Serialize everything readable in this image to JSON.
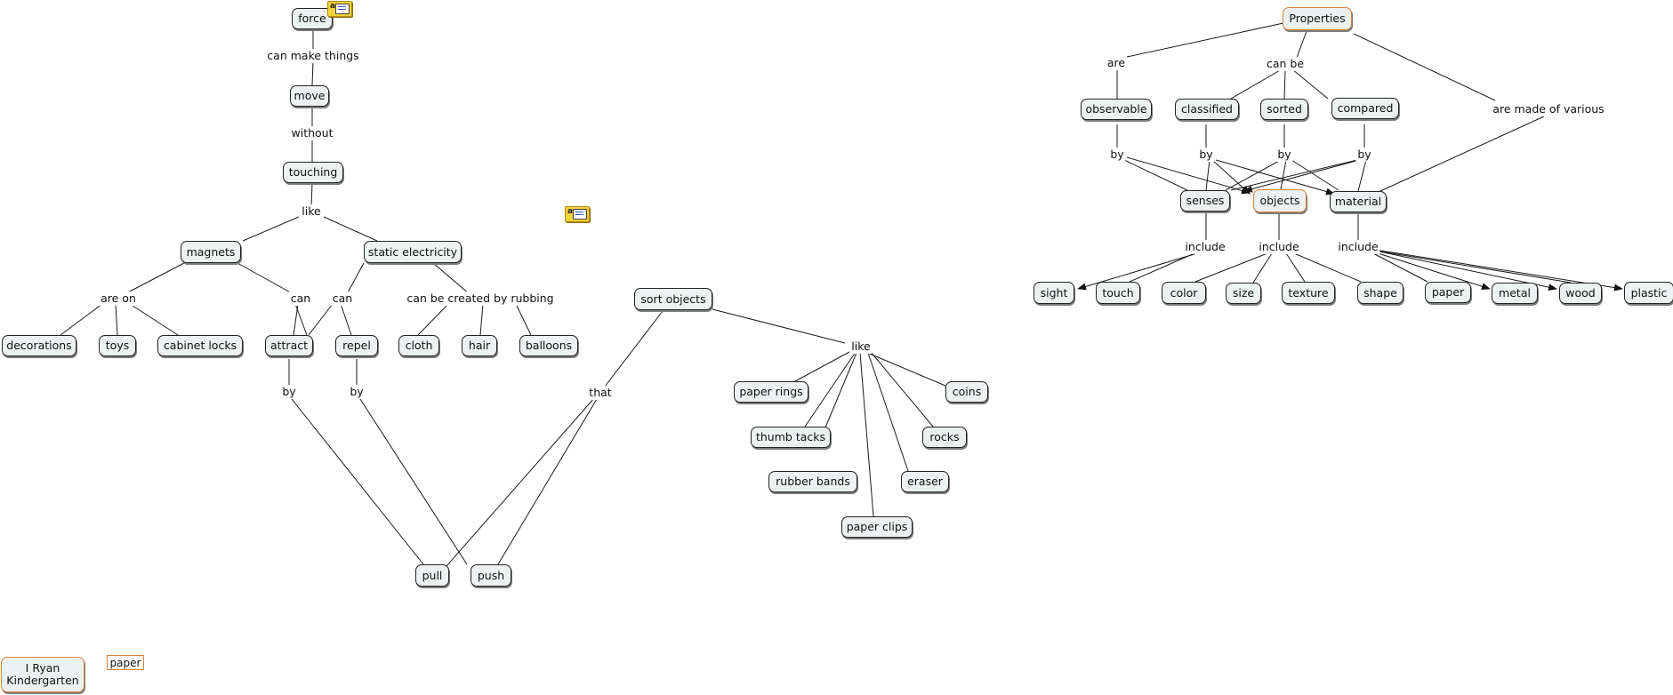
{
  "map": {
    "nodes": {
      "force": "force",
      "move": "move",
      "touching": "touching",
      "magnets": "magnets",
      "static_electricity": "static electricity",
      "decorations": "decorations",
      "toys": "toys",
      "cabinet_locks": "cabinet locks",
      "attract": "attract",
      "repel": "repel",
      "cloth": "cloth",
      "hair": "hair",
      "balloons": "balloons",
      "pull": "pull",
      "push": "push",
      "sort_objects": "sort objects",
      "paper_rings": "paper rings",
      "coins": "coins",
      "thumb_tacks": "thumb tacks",
      "rocks": "rocks",
      "rubber_bands": "rubber bands",
      "eraser": "eraser",
      "paper_clips": "paper clips",
      "properties": "Properties",
      "observable": "observable",
      "classified": "classified",
      "sorted": "sorted",
      "compared": "compared",
      "senses": "senses",
      "objects": "objects",
      "material": "material",
      "sight": "sight",
      "touch": "touch",
      "color": "color",
      "size": "size",
      "texture": "texture",
      "shape": "shape",
      "paper": "paper",
      "metal": "metal",
      "wood": "wood",
      "plastic": "plastic",
      "ryan": "I Ryan Kindergarten",
      "paper_tag": "paper"
    },
    "links": {
      "can_make_things": "can make things",
      "without": "without",
      "like_1": "like",
      "are_on": "are on",
      "can_1": "can",
      "can_2": "can",
      "can_be_created": "can be created by rubbing",
      "by_1": "by",
      "by_2": "by",
      "that": "that",
      "like_2": "like",
      "are": "are",
      "can_be": "can be",
      "are_made_of": "are made of various",
      "by_3": "by",
      "by_4": "by",
      "by_5": "by",
      "by_6": "by",
      "include_1": "include",
      "include_2": "include",
      "include_3": "include"
    },
    "notes": {
      "icon": "note-icon",
      "letter": "a"
    },
    "colors": {
      "node_fill": "#eef1f2",
      "node_border": "#222222",
      "highlight_border": "#d4843c",
      "note": "#f4d23a"
    }
  }
}
